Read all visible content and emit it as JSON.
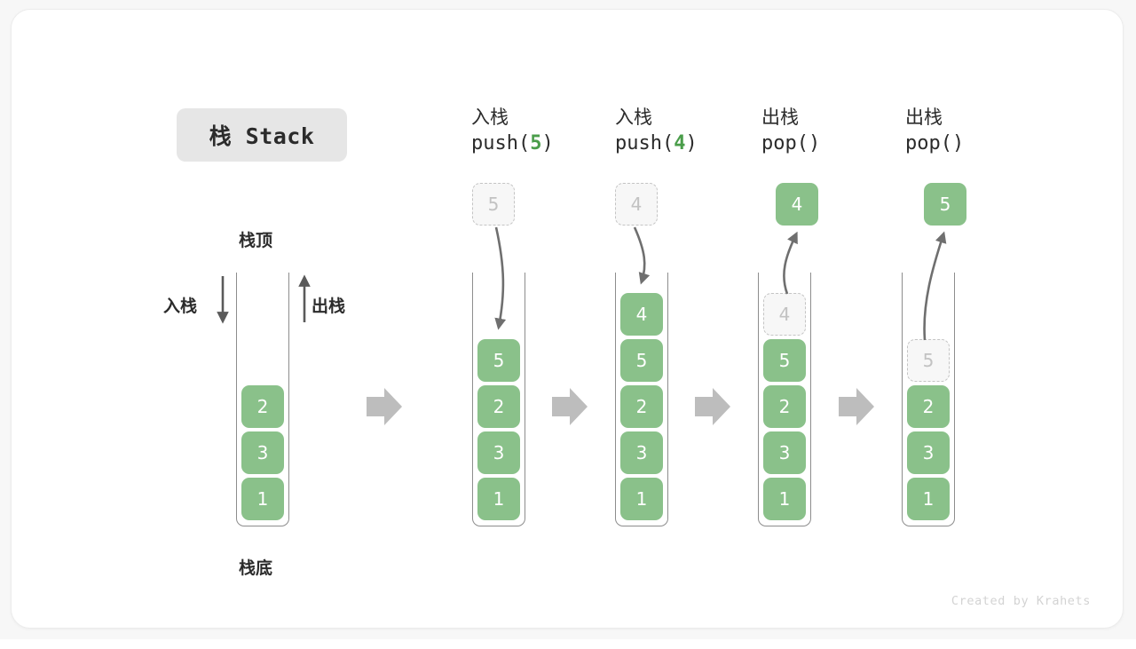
{
  "card": {
    "title": "栈 Stack",
    "credit": "Created by Krahets",
    "accent_green": "#8ac18a",
    "code_green": "#4a9d4a",
    "ghost_gray": "#c2c2c2",
    "arrow_gray": "#6f6f6f",
    "step_arrow_gray": "#bdbdbd"
  },
  "legend": {
    "top_label": "栈顶",
    "bottom_label": "栈底",
    "push_label": "入栈",
    "pop_label": "出栈"
  },
  "steps": [
    {
      "id": "initial",
      "caption_cn": "",
      "caption_code": "",
      "caption_arg": "",
      "cells": [
        {
          "value": "2",
          "state": "solid"
        },
        {
          "value": "3",
          "state": "solid"
        },
        {
          "value": "1",
          "state": "solid"
        }
      ],
      "float_value": "",
      "float_state": ""
    },
    {
      "id": "push-5",
      "caption_cn": "入栈",
      "caption_code_prefix": "push(",
      "caption_arg": "5",
      "caption_code_suffix": ")",
      "cells": [
        {
          "value": "5",
          "state": "solid"
        },
        {
          "value": "2",
          "state": "solid"
        },
        {
          "value": "3",
          "state": "solid"
        },
        {
          "value": "1",
          "state": "solid"
        }
      ],
      "float_value": "5",
      "float_state": "ghost"
    },
    {
      "id": "push-4",
      "caption_cn": "入栈",
      "caption_code_prefix": "push(",
      "caption_arg": "4",
      "caption_code_suffix": ")",
      "cells": [
        {
          "value": "4",
          "state": "solid"
        },
        {
          "value": "5",
          "state": "solid"
        },
        {
          "value": "2",
          "state": "solid"
        },
        {
          "value": "3",
          "state": "solid"
        },
        {
          "value": "1",
          "state": "solid"
        }
      ],
      "float_value": "4",
      "float_state": "ghost"
    },
    {
      "id": "pop-4",
      "caption_cn": "出栈",
      "caption_code_prefix": "pop(",
      "caption_arg": "",
      "caption_code_suffix": ")",
      "cells": [
        {
          "value": "4",
          "state": "ghost"
        },
        {
          "value": "5",
          "state": "solid"
        },
        {
          "value": "2",
          "state": "solid"
        },
        {
          "value": "3",
          "state": "solid"
        },
        {
          "value": "1",
          "state": "solid"
        }
      ],
      "float_value": "4",
      "float_state": "solid"
    },
    {
      "id": "pop-5",
      "caption_cn": "出栈",
      "caption_code_prefix": "pop(",
      "caption_arg": "",
      "caption_code_suffix": ")",
      "cells": [
        {
          "value": "5",
          "state": "ghost"
        },
        {
          "value": "2",
          "state": "solid"
        },
        {
          "value": "3",
          "state": "solid"
        },
        {
          "value": "1",
          "state": "solid"
        }
      ],
      "float_value": "5",
      "float_state": "solid"
    }
  ],
  "step_arrow_count": 4
}
